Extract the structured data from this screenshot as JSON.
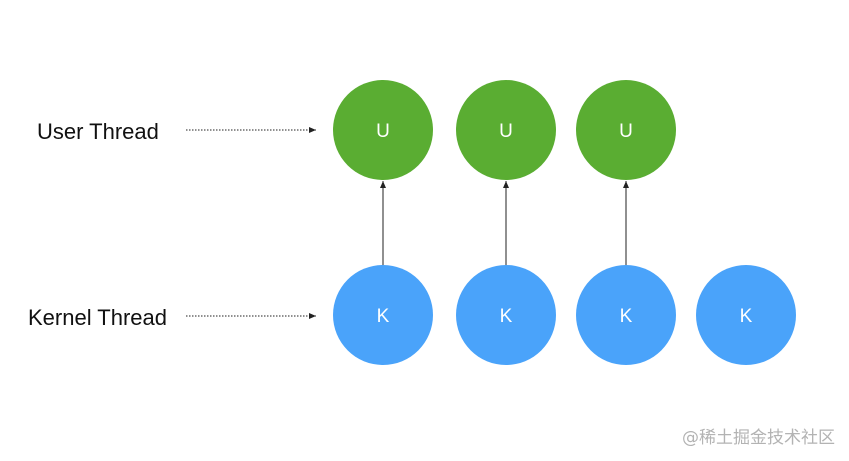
{
  "rows": {
    "user": {
      "label": "User Thread",
      "node_letter": "U",
      "node_count": 3,
      "color": "#5aad32"
    },
    "kernel": {
      "label": "Kernel Thread",
      "node_letter": "K",
      "node_count": 4,
      "color": "#4aa3fa"
    }
  },
  "arrows": {
    "dotted_label_to_row": true,
    "kernel_to_user_links": [
      [
        0,
        0
      ],
      [
        1,
        1
      ],
      [
        2,
        2
      ]
    ]
  },
  "watermark": "@稀土掘金技术社区"
}
